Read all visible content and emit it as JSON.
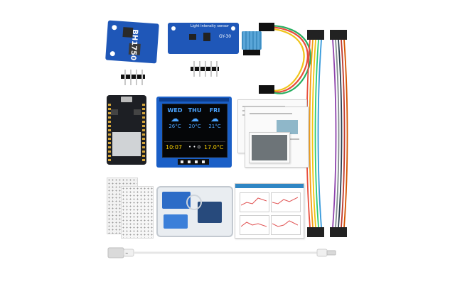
{
  "modules": {
    "bh1750": {
      "silk": "BH1750"
    },
    "gy30": {
      "silk_top": "Light intensity sensor",
      "silk_side": "GY-30"
    }
  },
  "oled": {
    "days": [
      "WED",
      "THU",
      "FRI"
    ],
    "temps": [
      "26°C",
      "20°C",
      "21°C"
    ],
    "time": "10:07",
    "dots": "• • o",
    "current_temp": "17.0°C",
    "colors": {
      "blue": "#4aa3ff",
      "yellow": "#ffd500"
    }
  }
}
